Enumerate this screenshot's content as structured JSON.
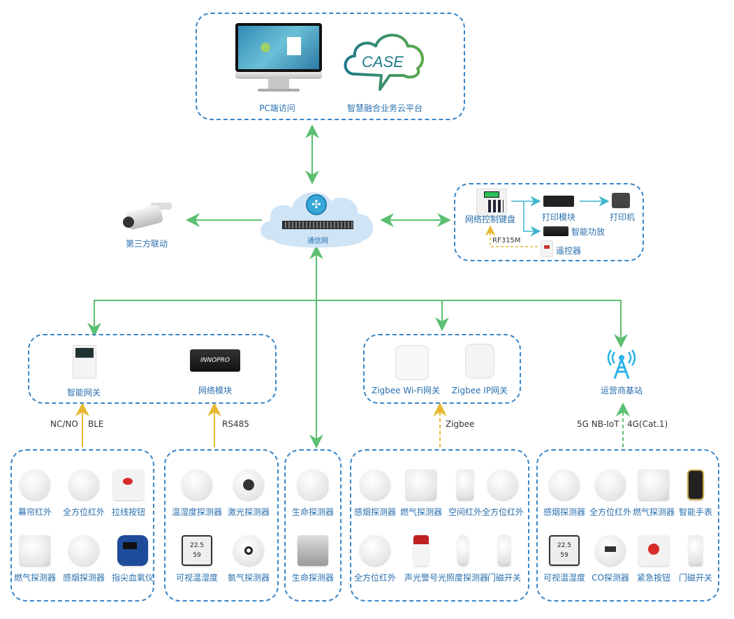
{
  "top_panel": {
    "pc_label": "PC端访问",
    "cloud_logo_text": "CASE",
    "cloud_label": "智慧融合业务云平台"
  },
  "network": {
    "label": "通信网",
    "third_party_label": "第三方联动"
  },
  "control_panel": {
    "keyboard_label": "网络控制键盘",
    "print_module_label": "打印模块",
    "printer_label": "打印机",
    "amplifier_label": "智能功放",
    "remote_label": "遥控器",
    "rf_label": "RF315M"
  },
  "gateways": {
    "smart_gateway_label": "智能网关",
    "network_module_label": "网络模块",
    "module_brand": "INNOPRO",
    "zigbee_wifi_label": "Zigbee Wi-Fi网关",
    "zigbee_ip_label": "Zigbee IP网关",
    "base_station_label": "运营商基站"
  },
  "protocols": {
    "nc_no": "NC/NO",
    "ble": "BLE",
    "rs485": "RS485",
    "zigbee": "Zigbee",
    "nb_iot": "5G NB-IoT",
    "cat1": "4G(Cat.1)"
  },
  "device_groups": {
    "group1": [
      "幕帘红外",
      "全方位红外",
      "拉线按钮",
      "燃气探测器",
      "感烟探测器",
      "指尖血氧仪"
    ],
    "group2": [
      "温湿度探测器",
      "激光探测器",
      "可视温湿度",
      "氨气探测器"
    ],
    "group3": [
      "生命探测器",
      "生命探测器"
    ],
    "group4": [
      "感烟探测器",
      "燃气探测器",
      "空间红外",
      "全方位红外",
      "全方位红外",
      "声光警号",
      "光照度探测器",
      "门磁开关"
    ],
    "group5": [
      "感烟探测器",
      "全方位红外",
      "燃气探测器",
      "智能手表",
      "可视温湿度",
      "CO探测器",
      "紧急按钮",
      "门磁开关"
    ]
  },
  "display_readings": {
    "temperature": "22.5",
    "humidity": "59"
  },
  "colors": {
    "box_border": "#3a86c8",
    "label_blue": "#2a6fae",
    "link_green": "#5cbf72",
    "link_yellow": "#e6b830",
    "link_cyan": "#3fb6cf",
    "cloud_fill": "#cfe4f5"
  }
}
